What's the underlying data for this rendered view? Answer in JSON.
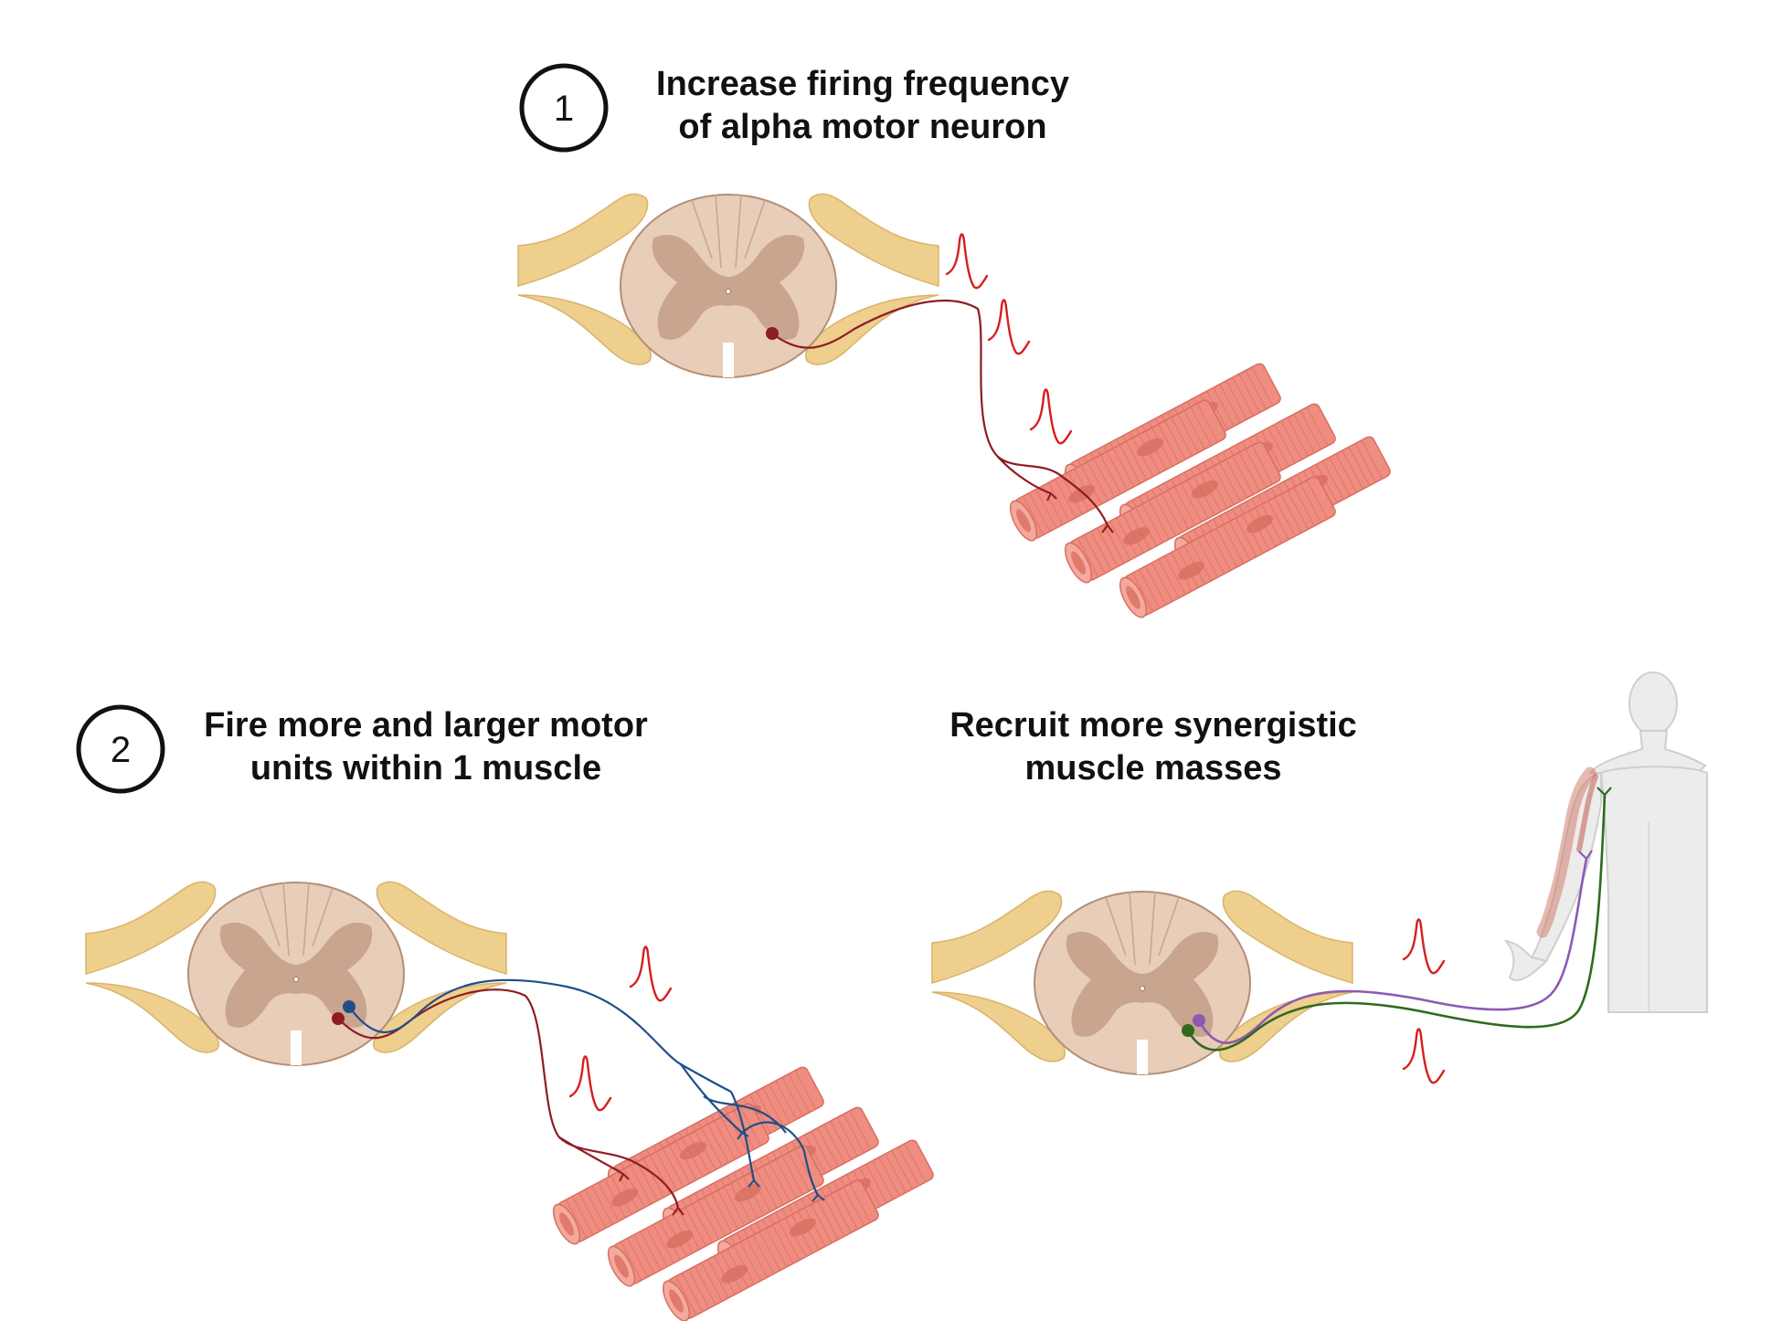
{
  "panel1": {
    "number": "1",
    "title_line1": "Increase firing frequency",
    "title_line2": "of alpha motor neuron"
  },
  "panel2": {
    "number": "2",
    "title_line1": "Fire more and larger motor",
    "title_line2": "units within 1 muscle"
  },
  "panel3": {
    "title_line1": "Recruit more synergistic",
    "title_line2": "muscle masses"
  },
  "colors": {
    "spinal_white_matter": "#e8cdb8",
    "spinal_grey_matter": "#c9a48e",
    "nerve_root": "#eecf8e",
    "muscle": "#ee8d80",
    "muscle_dark": "#d86e62",
    "action_potential": "#d61f1f",
    "neuron_red": "#8e1c22",
    "neuron_blue": "#1f4e8a",
    "neuron_purple": "#8c5ab4",
    "neuron_green": "#2f6a1f",
    "body_outline": "#cfcfcf",
    "body_fill": "#ececec"
  }
}
